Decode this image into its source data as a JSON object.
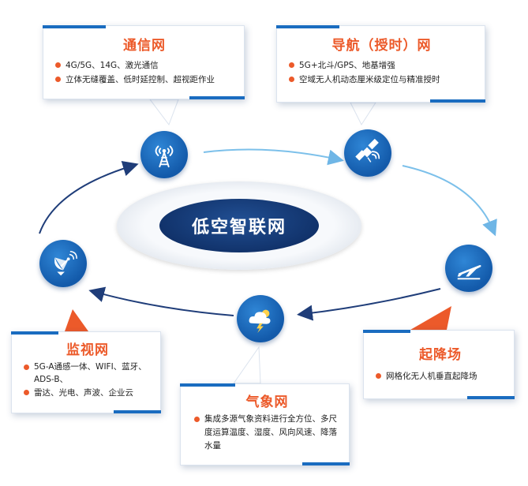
{
  "center": {
    "title": "低空智联网"
  },
  "nodes": {
    "comm": {
      "title": "通信网",
      "items": [
        "4G/5G、14G、激光通信",
        "立体无缝覆盖、低时延控制、超视距作业"
      ],
      "icon": "radio-tower-icon"
    },
    "nav": {
      "title": "导航（授时）网",
      "items": [
        "5G+北斗/GPS、地基增强",
        "空域无人机动态厘米级定位与精准授时"
      ],
      "icon": "satellite-icon"
    },
    "airport": {
      "title": "起降场",
      "items": [
        "网格化无人机垂直起降场"
      ],
      "icon": "airplane-takeoff-icon"
    },
    "weather": {
      "title": "气象网",
      "items": [
        "集成多源气象资料进行全方位、多尺度运算温度、湿度、风向风速、降落水量"
      ],
      "icon": "storm-cloud-icon"
    },
    "monitor": {
      "title": "监视网",
      "items": [
        "5G-A通感一体、WIFI、蓝牙、ADS-B、",
        "雷达、光电、声波、企业云"
      ],
      "icon": "radar-dish-icon"
    }
  },
  "colors": {
    "accent_orange": "#ec5a2a",
    "icon_blue": "#1a6cc0",
    "core_navy": "#173c7a",
    "arrow_blue": "#5fa6dd"
  }
}
